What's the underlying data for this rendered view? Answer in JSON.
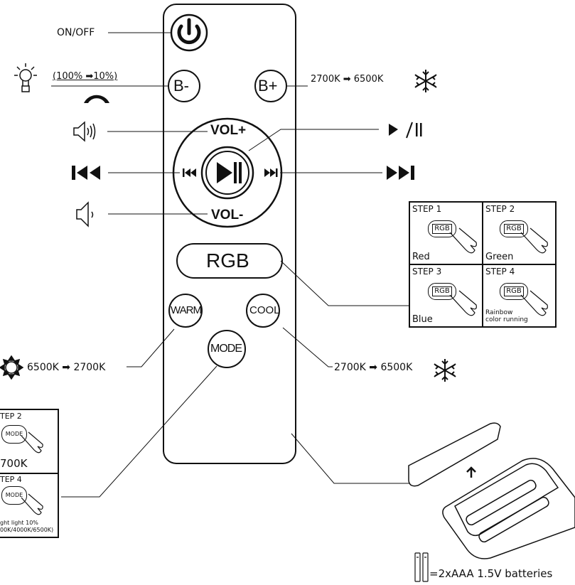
{
  "remote": {
    "vol_up": "VOL+",
    "vol_down": "VOL-",
    "brightness_down": "B-",
    "brightness_up": "B+",
    "rgb": "RGB",
    "warm": "WARM",
    "cool": "COOL",
    "mode": "MODE"
  },
  "labels": {
    "on_off": "ON/OFF",
    "brightness_range": "(100% ➡10%)",
    "bplus_range": "2700K ➡ 6500K",
    "play_pause": "▶/⏸",
    "warm_range": "6500K ➡ 2700K",
    "cool_range": "2700K ➡ 6500K",
    "batteries": "=2xAAA 1.5V batteries"
  },
  "rgb_steps": [
    {
      "step": "STEP 1",
      "chip": "RGB",
      "caption": "Red"
    },
    {
      "step": "STEP 2",
      "chip": "RGB",
      "caption": "Green"
    },
    {
      "step": "STEP 3",
      "chip": "RGB",
      "caption": "Blue"
    },
    {
      "step": "STEP 4",
      "chip": "RGB",
      "caption": "Rainbow color running"
    }
  ],
  "mode_steps": [
    {
      "step": "TEP 2",
      "chip": "MODE",
      "caption": "700K"
    },
    {
      "step": "TEP 4",
      "chip": "MODE",
      "caption": "ght light 10%",
      "caption2": "00K/4000K/6500K)"
    }
  ],
  "icons": [
    "power-icon",
    "bulb-icon",
    "brightness-arc-icon",
    "snowflake-icon",
    "speaker-loud-icon",
    "speaker-low-icon",
    "play-pause-icon",
    "prev-track-icon",
    "next-track-icon",
    "sun-icon",
    "finger-press-icon",
    "battery-icon",
    "battery-cover-icon"
  ]
}
